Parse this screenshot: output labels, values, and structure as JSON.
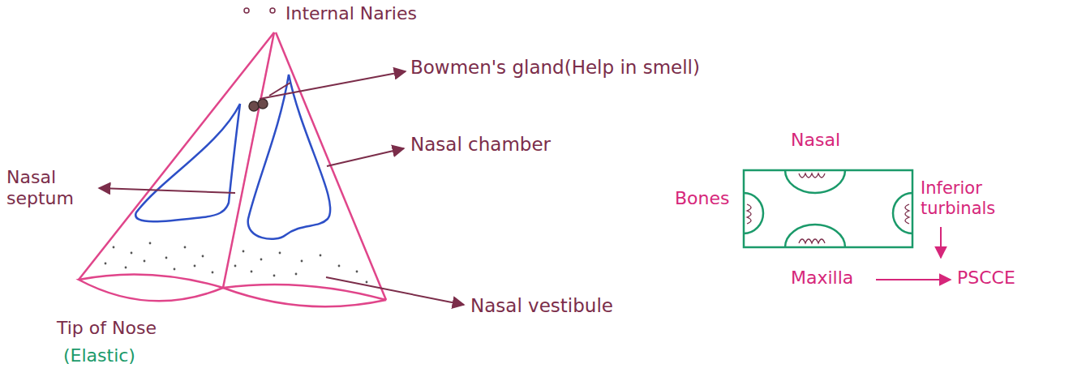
{
  "diagram": {
    "labels": [
      "Internal Naries",
      "Bowmen's gland(Help in smell)",
      "Nasal chamber",
      "Nasal septum",
      "Nasal vestibule",
      "Tip of Nose",
      "(Elastic)",
      "Nasal",
      "Bones",
      "Inferior turbinals",
      "Maxilla",
      "PSCCE"
    ]
  }
}
